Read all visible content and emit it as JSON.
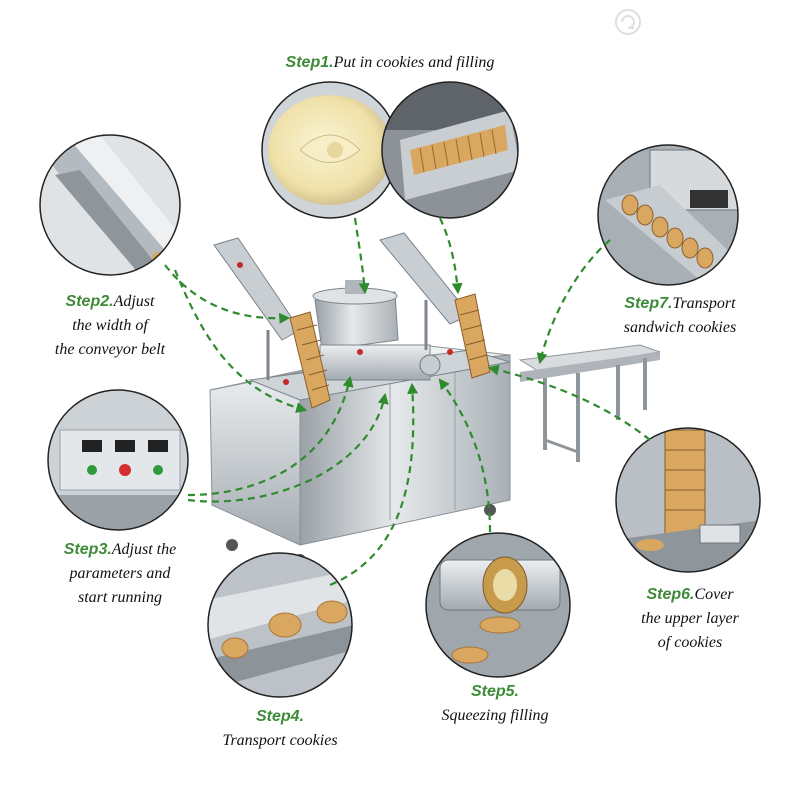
{
  "colors": {
    "step_green": "#3d8b37",
    "arrow_green": "#2e8b2e",
    "steel_light": "#e3e6e8",
    "steel_mid": "#b8bec3",
    "steel_dark": "#7c858c",
    "cookie": "#d9a760",
    "cookie_dark": "#b8843d",
    "filling": "#f1e6b8",
    "circle_border": "#222222"
  },
  "icons": [
    "logo-watermark-icon"
  ],
  "steps": [
    {
      "label": "Step1.",
      "lines": [
        "Put in cookies and filling"
      ]
    },
    {
      "label": "Step2.",
      "lines": [
        "Adjust",
        "the width of",
        "the conveyor belt"
      ]
    },
    {
      "label": "Step3.",
      "lines": [
        "Adjust the",
        "parameters and",
        "start running"
      ]
    },
    {
      "label": "Step4.",
      "lines": [
        "Transport cookies"
      ]
    },
    {
      "label": "Step5.",
      "lines": [
        "Squeezing filling"
      ]
    },
    {
      "label": "Step6.",
      "lines": [
        "Cover",
        "the upper layer",
        "of cookies"
      ]
    },
    {
      "label": "Step7.",
      "lines": [
        "Transport",
        "sandwich cookies"
      ]
    }
  ],
  "panel": {
    "buttons": [
      "green",
      "red",
      "green"
    ]
  }
}
